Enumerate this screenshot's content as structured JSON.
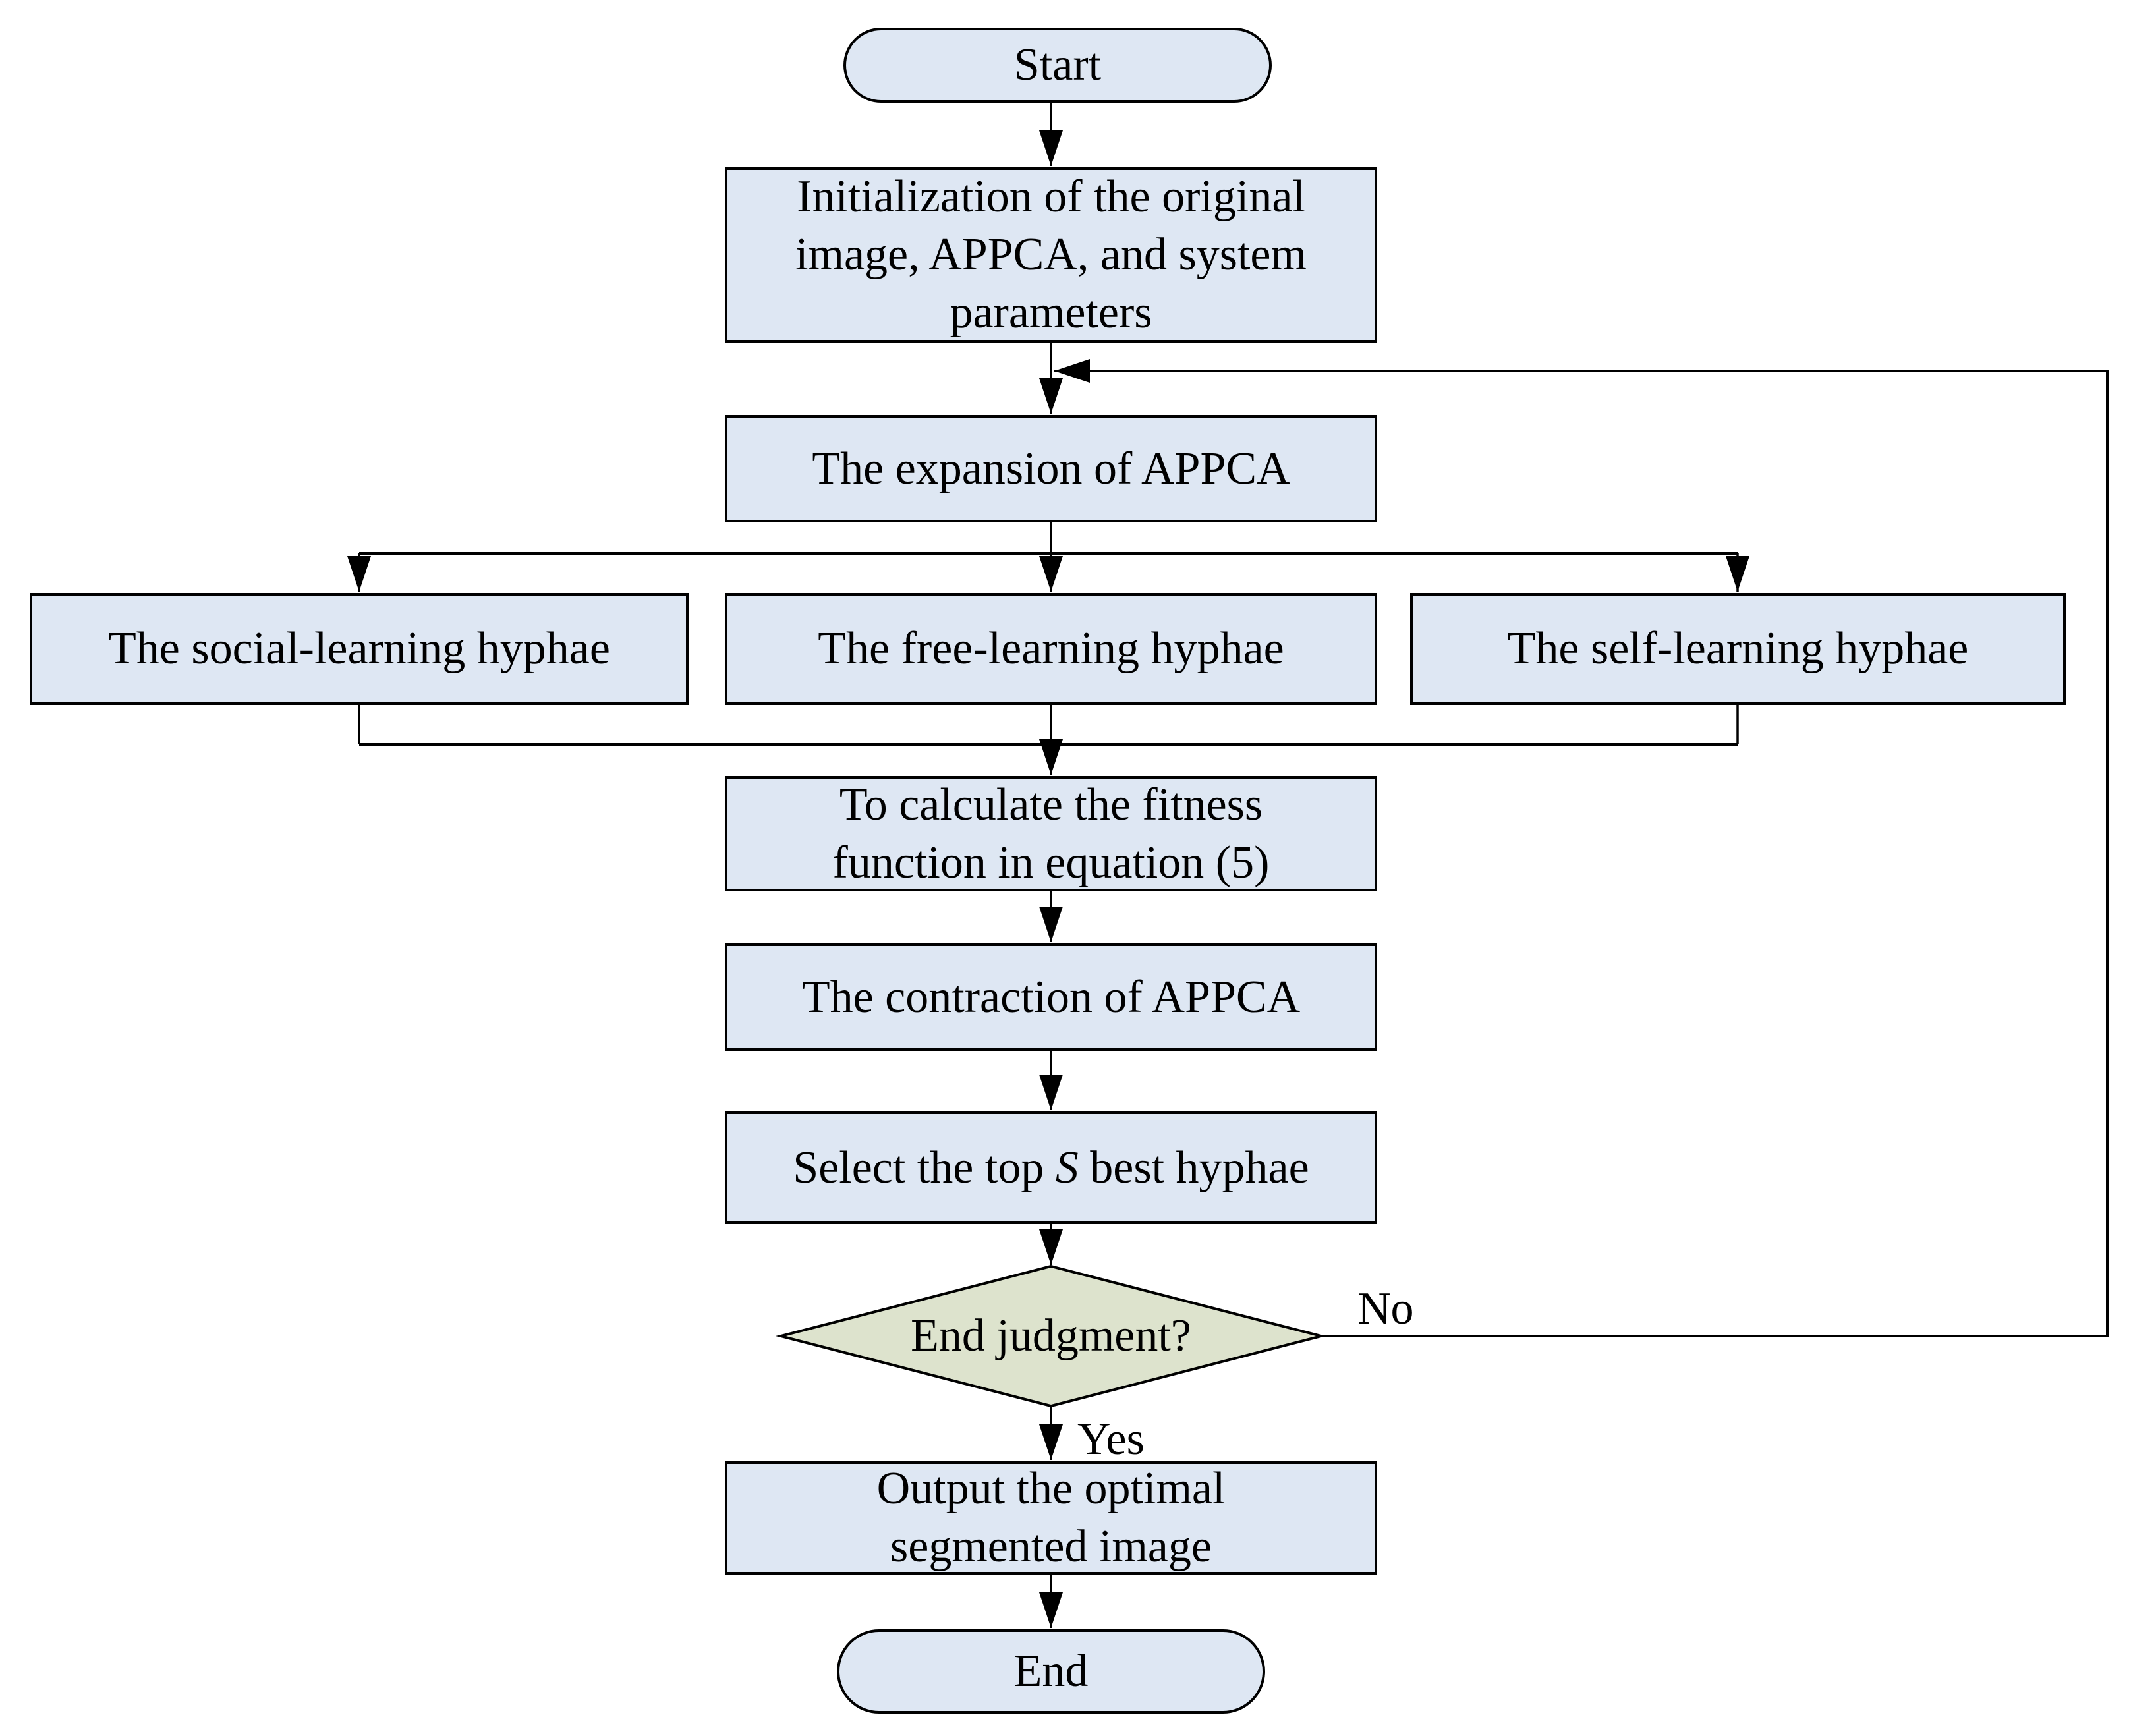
{
  "figure": {
    "type": "flowchart",
    "background": "#ffffff",
    "colors": {
      "process_fill": "#dee7f3",
      "decision_fill": "#dde3cd",
      "stroke": "#000000",
      "text": "#000000"
    }
  },
  "nodes": {
    "start": {
      "label": "Start",
      "shape": "terminator"
    },
    "init": {
      "shape": "process",
      "lines": [
        "Initialization of the original",
        "image, APPCA, and  system",
        "parameters"
      ]
    },
    "expansion": {
      "shape": "process",
      "label": "The expansion of APPCA"
    },
    "social": {
      "shape": "process",
      "label": "The social-learning hyphae"
    },
    "free": {
      "shape": "process",
      "label": "The free-learning hyphae"
    },
    "self": {
      "shape": "process",
      "label": "The self-learning hyphae"
    },
    "fitness": {
      "shape": "process",
      "lines": [
        "To calculate the fitness",
        "function in equation (5)"
      ]
    },
    "contraction": {
      "shape": "process",
      "label": "The contraction of APPCA"
    },
    "select": {
      "shape": "process",
      "pre": "Select the top ",
      "var": "S",
      "post": " best hyphae"
    },
    "decision": {
      "shape": "decision",
      "label": "End judgment?"
    },
    "output": {
      "shape": "process",
      "lines": [
        "Output the optimal",
        "segmented image"
      ]
    },
    "end": {
      "label": "End",
      "shape": "terminator"
    }
  },
  "edge_labels": {
    "no": "No",
    "yes": "Yes"
  }
}
